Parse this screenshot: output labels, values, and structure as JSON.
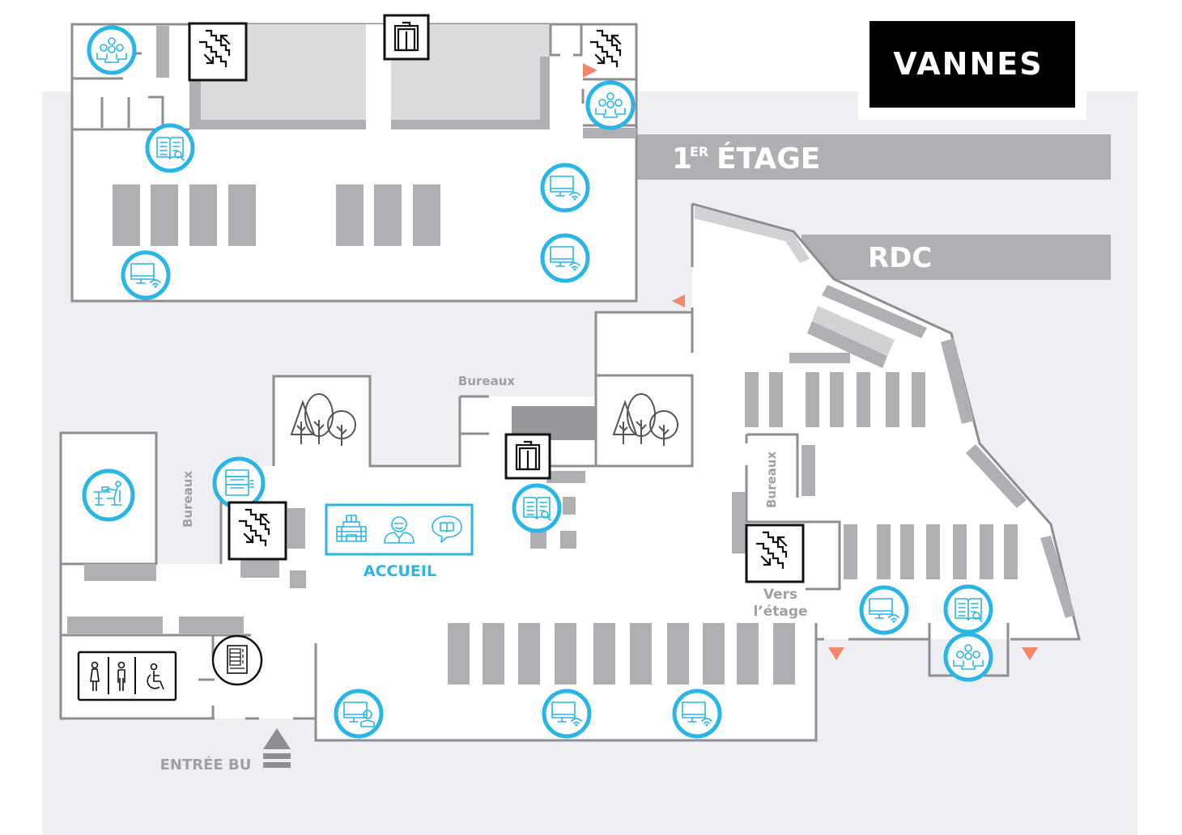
{
  "map": {
    "title": "VANNES",
    "floors": {
      "upper": {
        "label_num": "1",
        "label_sup": "ER",
        "label_word": "ÉTAGE"
      },
      "ground": {
        "label": "RDC"
      }
    },
    "labels": {
      "offices_top": "Bureaux",
      "offices_left": "Bureaux",
      "offices_right": "Bureaux",
      "stairs_up_line1": "Vers",
      "stairs_up_line2": "l’étage",
      "reception": "ACCUEIL",
      "entrance": "ENTRÉE BU"
    },
    "colors": {
      "accent_blue": "#29b6e6",
      "exit_arrow": "#f2876a",
      "wall": "#8e8e92",
      "shelf": "#b0afb3",
      "background": "#eeeff3"
    },
    "icons": {
      "group_room": "group-work-room-icon",
      "catalog": "catalog-search-icon",
      "computer_wifi": "computer-wifi-icon",
      "computer_user": "computer-user-icon",
      "study_desk": "study-desk-icon",
      "printer": "printer-copier-icon",
      "stairs": "stairs-icon",
      "elevator": "elevator-icon",
      "garden": "garden-trees-icon",
      "toilets": "toilets-icon",
      "vending": "vending-machine-icon",
      "reception_building": "library-building-icon",
      "reception_staff": "staff-person-icon",
      "reception_help": "help-speech-bubble-icon"
    }
  }
}
